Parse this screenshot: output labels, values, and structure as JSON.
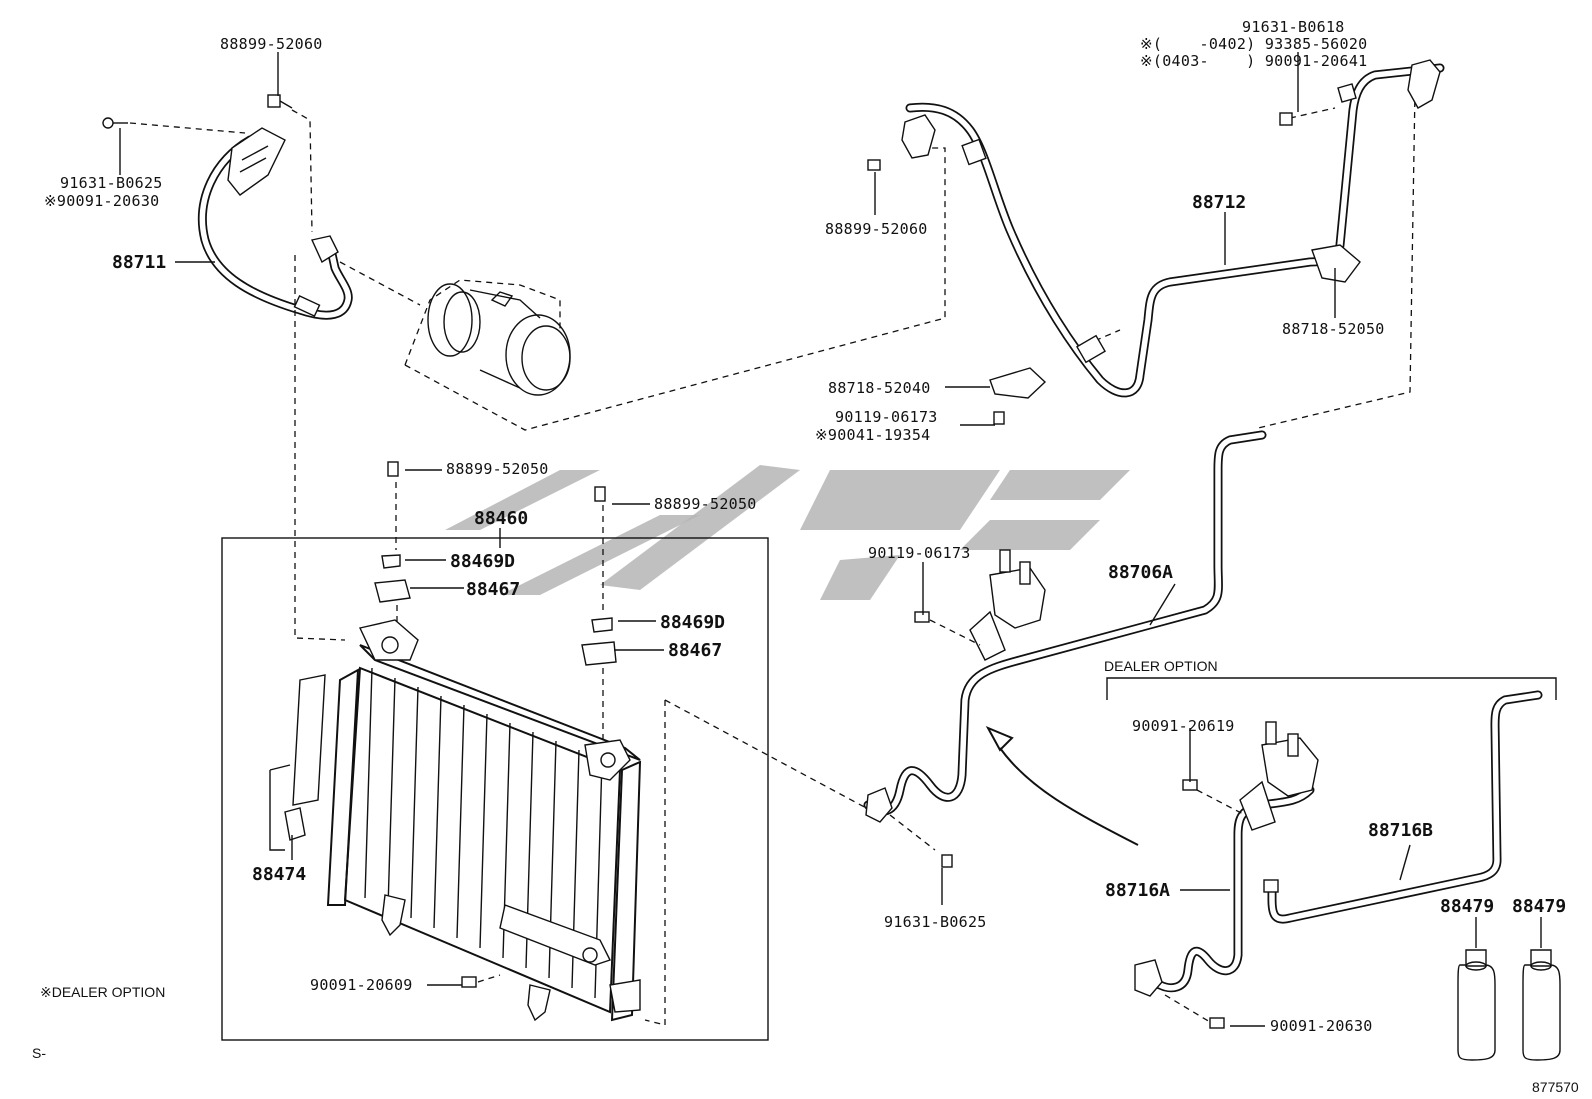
{
  "diagram_id": "877570",
  "footer_mark": "S-",
  "dealer_option_note": "※DEALER OPTION",
  "dealer_option_box_label": "DEALER OPTION",
  "parts": {
    "p88711": "88711",
    "p88712": "88712",
    "p88460": "88460",
    "p88469d_a": "88469D",
    "p88467_a": "88467",
    "p88469d_b": "88469D",
    "p88467_b": "88467",
    "p88474": "88474",
    "p88706a": "88706A",
    "p88716a": "88716A",
    "p88716b": "88716B",
    "p88479_a": "88479",
    "p88479_b": "88479"
  },
  "fasteners": {
    "f_88899_52060_top": "88899-52060",
    "f_91631_b0625_left": "91631-B0625",
    "f_90091_20630_left": "※90091-20630",
    "f_88899_52060_mid": "88899-52060",
    "f_91631_b0618": "91631-B0618",
    "f_93385_56020": "※(    -0402) 93385-56020",
    "f_90091_20641": "※(0403-    ) 90091-20641",
    "f_88718_52050": "88718-52050",
    "f_88718_52040": "88718-52040",
    "f_90119_06173_a": "90119-06173",
    "f_90041_19354": "※90041-19354",
    "f_88899_52050_a": "88899-52050",
    "f_88899_52050_b": "88899-52050",
    "f_90119_06173_b": "90119-06173",
    "f_90091_20619": "90091-20619",
    "f_91631_b0625_bottom": "91631-B0625",
    "f_90091_20609": "90091-20609",
    "f_90091_20630_bottom": "90091-20630"
  }
}
